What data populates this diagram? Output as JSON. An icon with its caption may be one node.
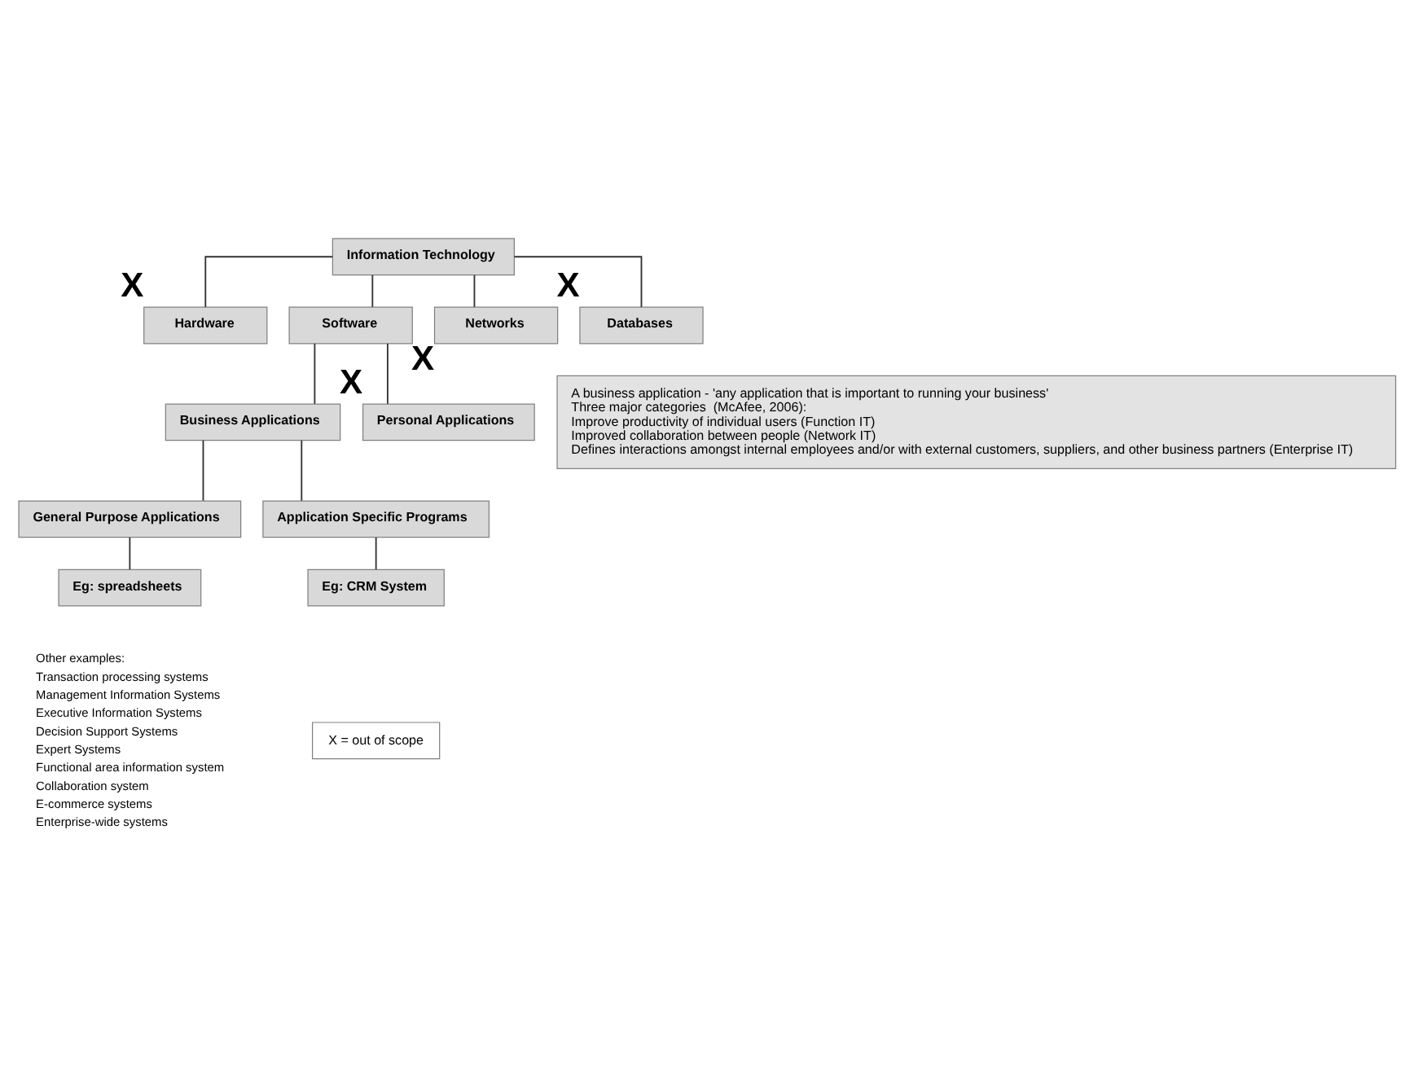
{
  "diagram": {
    "nodes": [
      {
        "text": [
          "Information Technology"
        ]
      },
      {
        "text": [
          "Hardware"
        ],
        "beside": [
          "X"
        ]
      },
      {
        "text": [
          "Software"
        ]
      },
      {
        "text": [
          "Networks"
        ],
        "beside": [
          "X"
        ]
      },
      {
        "text": [
          "Databases"
        ],
        "beside": [
          "X"
        ]
      },
      {
        "text": [
          "Business Applications"
        ]
      },
      {
        "text": [
          "Personal Applications"
        ],
        "beside": [
          "X"
        ]
      },
      {
        "text": [
          "General Purpose Applications"
        ]
      },
      {
        "text": [
          "Application Specific Programs"
        ]
      },
      {
        "text": [
          "Eg: spreadsheets"
        ]
      },
      {
        "text": [
          "Eg: CRM System"
        ]
      },
      {
        "text": [
          "A business application - 'any application that is important to running your business'",
          "Three major categories  (McAfee, 2006):",
          "Improve productivity of individual users (Function IT)",
          "Improved collaboration between people (Network IT)",
          "Defines interactions amongst internal employees and/or with external customers, suppliers, and other business partners (Enterprise IT)"
        ]
      },
      {
        "text": [
          "X = out of scope"
        ]
      }
    ],
    "edges": [
      {
        "from": 0,
        "to": 1,
        "arrow": "none"
      },
      {
        "from": 0,
        "to": 2,
        "arrow": "none"
      },
      {
        "from": 0,
        "to": 3,
        "arrow": "none"
      },
      {
        "from": 0,
        "to": 4,
        "arrow": "none"
      },
      {
        "from": 2,
        "to": 5,
        "arrow": "none"
      },
      {
        "from": 2,
        "to": 6,
        "arrow": "none"
      },
      {
        "from": 5,
        "to": 7,
        "arrow": "none"
      },
      {
        "from": 5,
        "to": 8,
        "arrow": "none"
      },
      {
        "from": 7,
        "to": 9,
        "arrow": "none"
      },
      {
        "from": 8,
        "to": 10,
        "arrow": "none"
      }
    ],
    "labels": [
      "Other examples:",
      "Transaction processing systems",
      "Management Information Systems",
      "Executive Information Systems",
      "Decision Support Systems",
      "Expert Systems",
      "Functional area information system",
      "Collaboration system",
      "E-commerce systems",
      "Enterprise-wide systems"
    ]
  }
}
